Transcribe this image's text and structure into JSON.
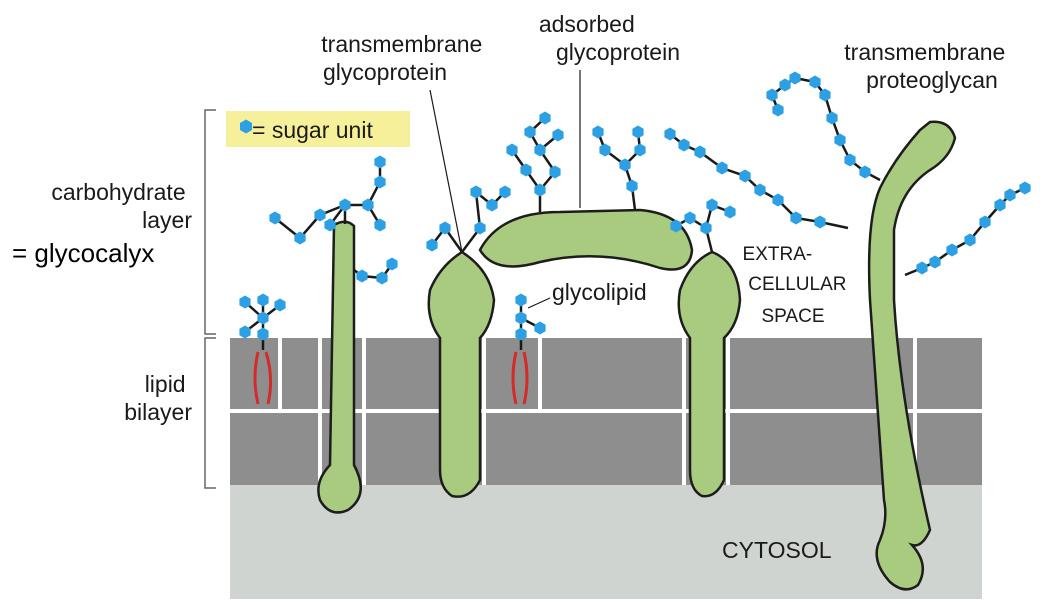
{
  "labels": {
    "transmembrane_glycoprotein": [
      "transmembrane",
      "glycoprotein"
    ],
    "adsorbed_glycoprotein": [
      "adsorbed",
      "glycoprotein"
    ],
    "transmembrane_proteoglycan": [
      "transmembrane",
      "proteoglycan"
    ],
    "legend": "= sugar unit",
    "carbohydrate_layer": [
      "carbohydrate",
      "layer"
    ],
    "glycocalyx": "= glycocalyx",
    "lipid_bilayer": [
      "lipid",
      "bilayer"
    ],
    "glycolipid": "glycolipid",
    "extracellular_space": [
      "EXTRA-",
      "CELLULAR",
      "SPACE"
    ],
    "cytosol": "CYTOSOL"
  },
  "colors": {
    "protein": "#a8cb7f",
    "sugar": "#2da0e4",
    "lipid_tail": "#d42a2a",
    "membrane": "#8e8e8e",
    "cytosol": "#cfd4d1",
    "legend_bg": "#f7f09a"
  }
}
